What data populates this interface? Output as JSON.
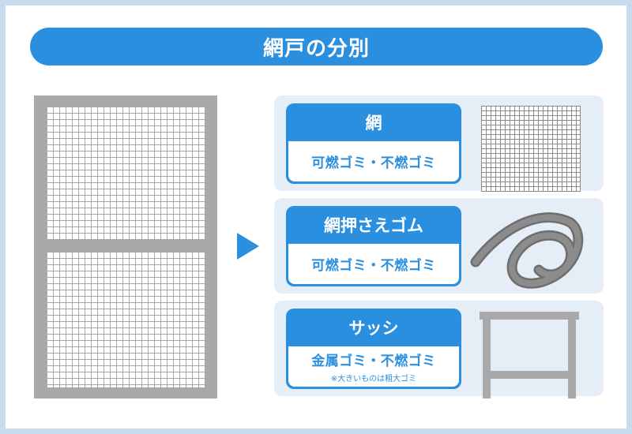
{
  "title": "網戸の分別",
  "items": [
    {
      "name": "網",
      "disposal": "可燃ゴミ・不燃ゴミ",
      "note": "",
      "icon": "net-mesh-icon"
    },
    {
      "name": "網押さえゴム",
      "disposal": "可燃ゴミ・不燃ゴミ",
      "note": "",
      "icon": "rubber-cord-icon"
    },
    {
      "name": "サッシ",
      "disposal": "金属ゴミ・不燃ゴミ",
      "note": "※大きいものは粗大ゴミ",
      "icon": "sash-frame-icon"
    }
  ],
  "colors": {
    "accent": "#2a8fdf",
    "panel": "#e5eef7",
    "border": "#c7dcee",
    "gray": "#a9a9a9",
    "cord": "#777777"
  }
}
